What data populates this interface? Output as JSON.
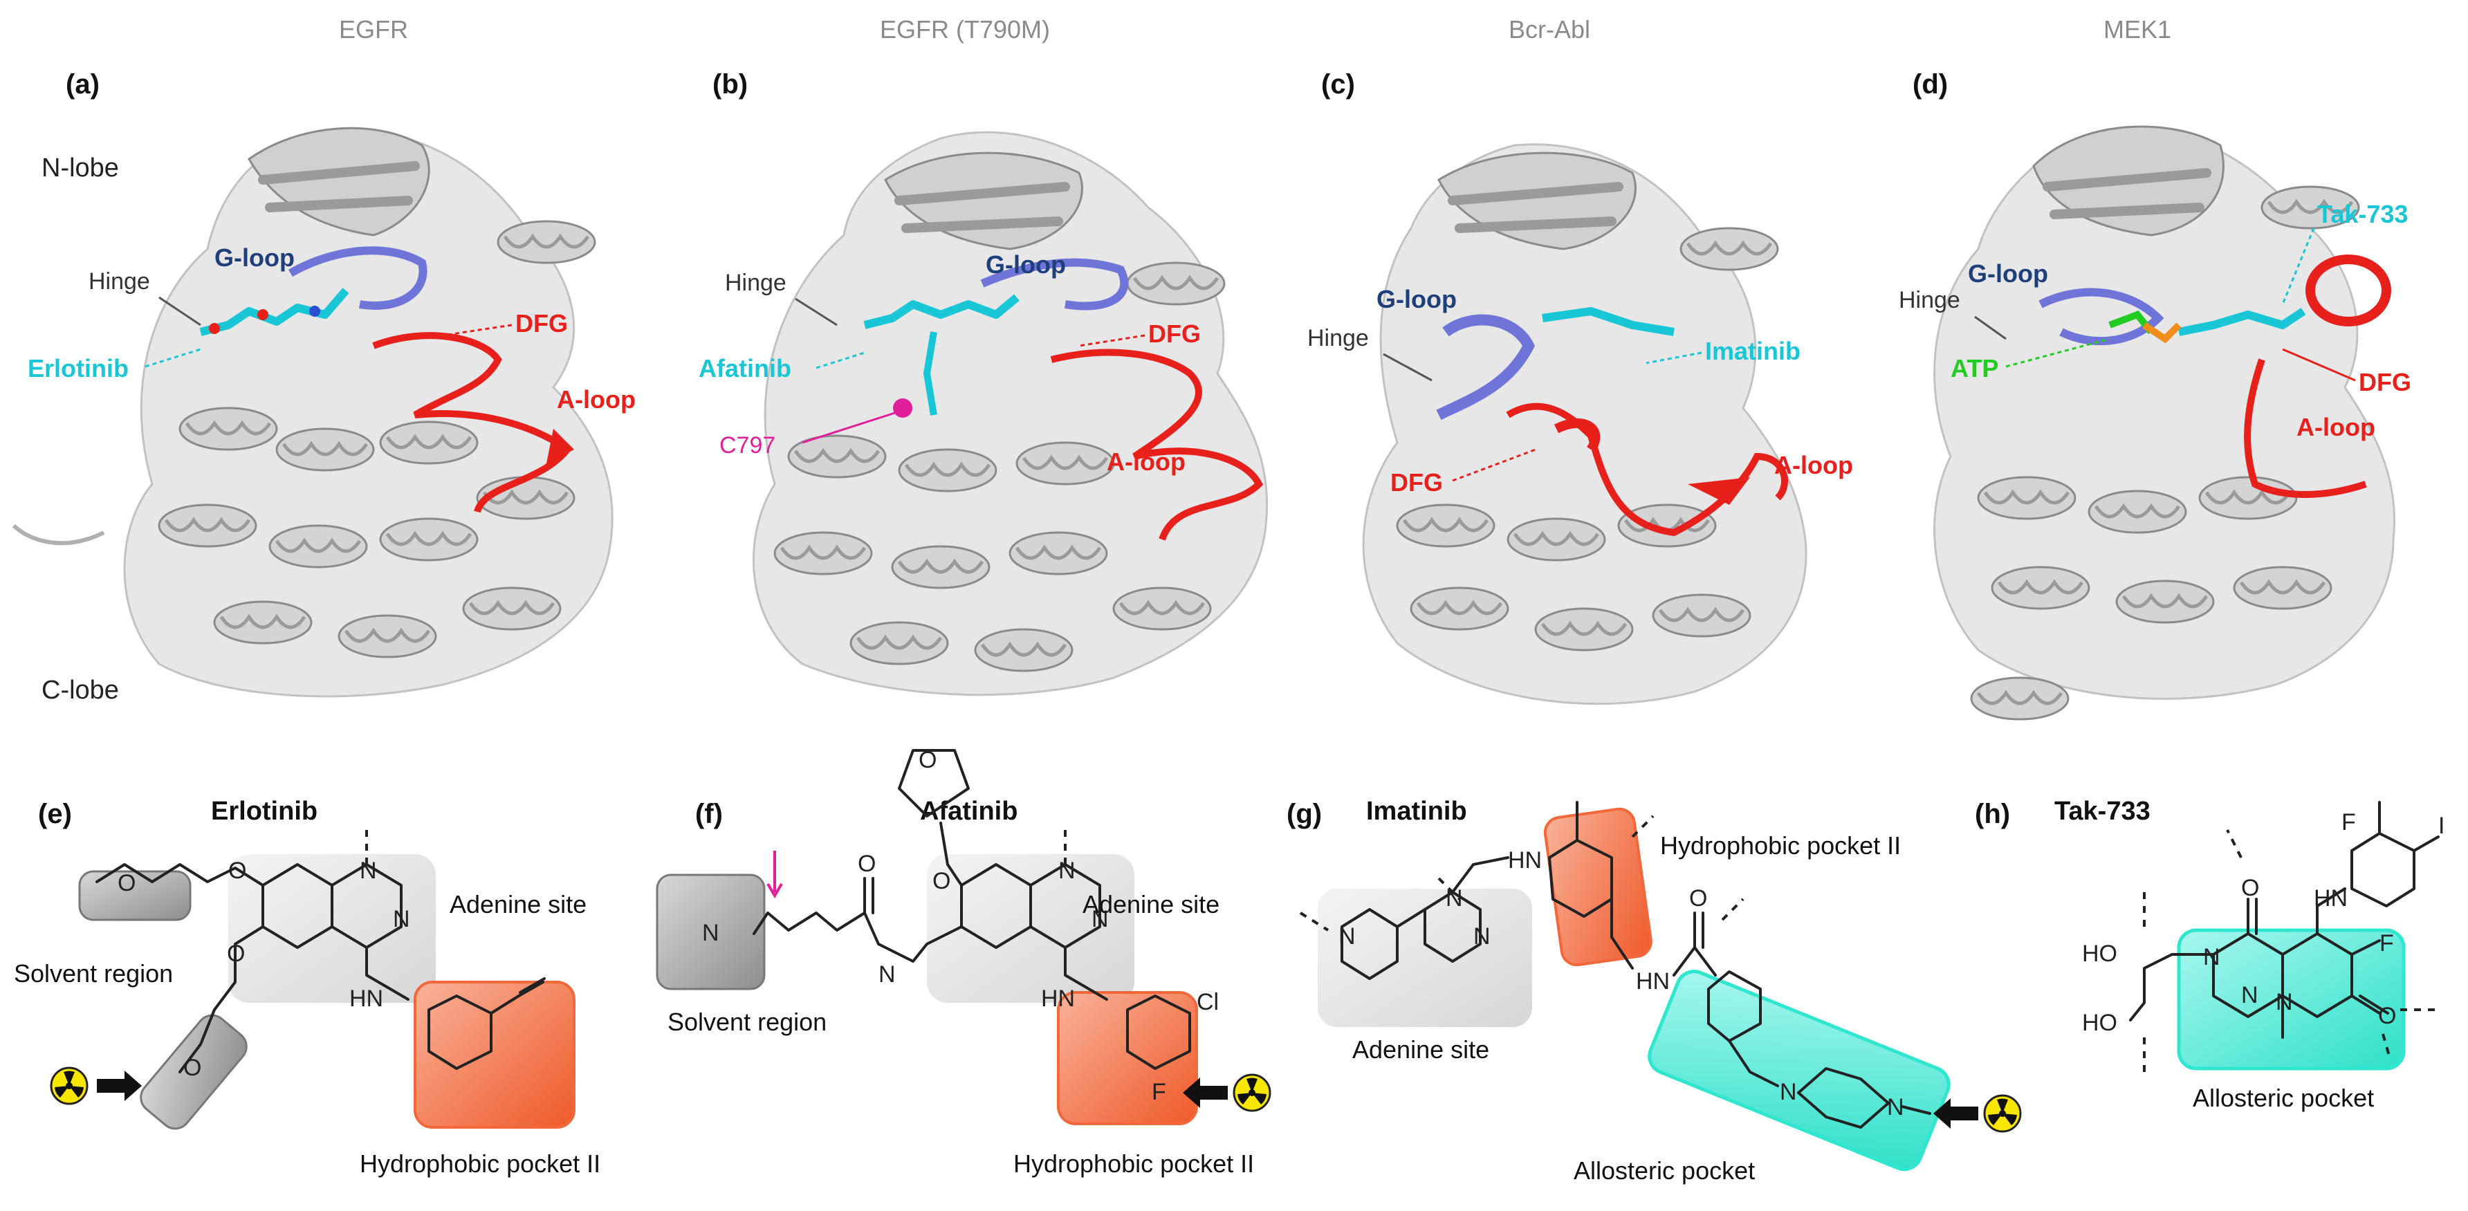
{
  "panels": {
    "a": {
      "tag": "(a)",
      "title": "EGFR",
      "nlobe": "N-lobe",
      "clobe": "C-lobe",
      "hinge": "Hinge",
      "gloop": "G-loop",
      "ligand": "Erlotinib",
      "dfg": "DFG",
      "aloop": "A-loop"
    },
    "b": {
      "tag": "(b)",
      "title": "EGFR (T790M)",
      "hinge": "Hinge",
      "gloop": "G-loop",
      "ligand": "Afatinib",
      "dfg": "DFG",
      "aloop": "A-loop",
      "residue": "C797"
    },
    "c": {
      "tag": "(c)",
      "title": "Bcr-Abl",
      "hinge": "Hinge",
      "gloop": "G-loop",
      "ligand": "Imatinib",
      "dfg": "DFG",
      "aloop": "A-loop"
    },
    "d": {
      "tag": "(d)",
      "title": "MEK1",
      "hinge": "Hinge",
      "gloop": "G-loop",
      "ligand": "Tak-733",
      "atp": "ATP",
      "dfg": "DFG",
      "aloop": "A-loop"
    },
    "e": {
      "tag": "(e)",
      "name": "Erlotinib",
      "adenine": "Adenine site",
      "solvent": "Solvent region",
      "hydrophobic": "Hydrophobic pocket II"
    },
    "f": {
      "tag": "(f)",
      "name": "Afatinib",
      "adenine": "Adenine site",
      "solvent": "Solvent region",
      "hydrophobic": "Hydrophobic pocket II"
    },
    "g": {
      "tag": "(g)",
      "name": "Imatinib",
      "adenine": "Adenine site",
      "hydrophobic": "Hydrophobic pocket II",
      "allosteric": "Allosteric pocket"
    },
    "h": {
      "tag": "(h)",
      "name": "Tak-733",
      "allosteric": "Allosteric pocket"
    }
  },
  "atoms": {
    "N": "N",
    "O": "O",
    "H": "HN",
    "NH": "N\nH",
    "HO": "HO",
    "F": "F",
    "Cl": "Cl",
    "I": "I"
  },
  "colors": {
    "ligand_cyan": "#19c6d6",
    "loop_red": "#e8201c",
    "gloop_blue": "#6f74d8",
    "label_gloop": "#1f3f7a",
    "hinge_gray": "#555555",
    "title_gray": "#8a8a8a",
    "c797_magenta": "#e0209a",
    "atp_green": "#22cc22",
    "pocket_gray": "#d6d6d6",
    "pocket_orange": "#f2683a",
    "pocket_cyan": "#2fe6cf",
    "radiation_yellow": "#f7e600"
  }
}
